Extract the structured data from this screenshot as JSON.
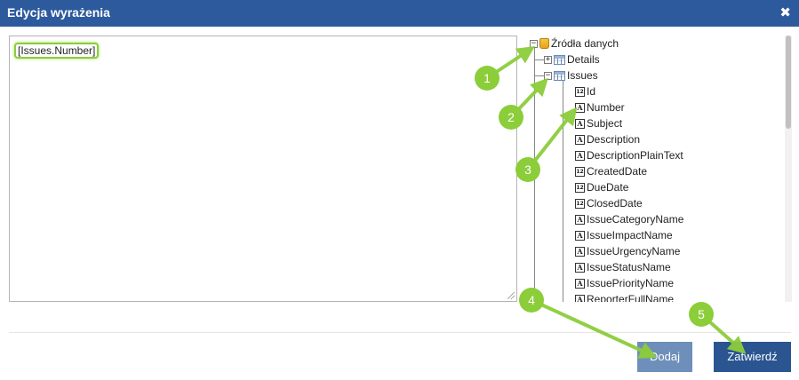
{
  "dialog": {
    "title": "Edycja wyrażenia",
    "close_glyph": "✖"
  },
  "editor": {
    "expression": "[Issues.Number]"
  },
  "tree": {
    "root": {
      "label": "Źródła danych",
      "expander": "−",
      "icon": "database-icon"
    },
    "details": {
      "label": "Details",
      "expander": "+",
      "icon": "table-icon"
    },
    "issues": {
      "label": "Issues",
      "expander": "−",
      "icon": "table-icon"
    },
    "fields": [
      {
        "label": "Id",
        "type": "num",
        "glyph": "12"
      },
      {
        "label": "Number",
        "type": "text",
        "glyph": "A"
      },
      {
        "label": "Subject",
        "type": "text",
        "glyph": "A"
      },
      {
        "label": "Description",
        "type": "text",
        "glyph": "A"
      },
      {
        "label": "DescriptionPlainText",
        "type": "text",
        "glyph": "A"
      },
      {
        "label": "CreatedDate",
        "type": "num",
        "glyph": "12"
      },
      {
        "label": "DueDate",
        "type": "num",
        "glyph": "12"
      },
      {
        "label": "ClosedDate",
        "type": "num",
        "glyph": "12"
      },
      {
        "label": "IssueCategoryName",
        "type": "text",
        "glyph": "A"
      },
      {
        "label": "IssueImpactName",
        "type": "text",
        "glyph": "A"
      },
      {
        "label": "IssueUrgencyName",
        "type": "text",
        "glyph": "A"
      },
      {
        "label": "IssueStatusName",
        "type": "text",
        "glyph": "A"
      },
      {
        "label": "IssuePriorityName",
        "type": "text",
        "glyph": "A"
      },
      {
        "label": "ReporterFullName",
        "type": "text",
        "glyph": "A"
      }
    ]
  },
  "buttons": {
    "add_label": "Dodaj",
    "confirm_label": "Zatwierdź"
  },
  "callouts": [
    "1",
    "2",
    "3",
    "4",
    "5"
  ],
  "colors": {
    "titlebar": "#2d5a9c",
    "callout": "#8ccd3a",
    "button_add": "#6f8fbb",
    "button_confirm": "#2a5591"
  }
}
